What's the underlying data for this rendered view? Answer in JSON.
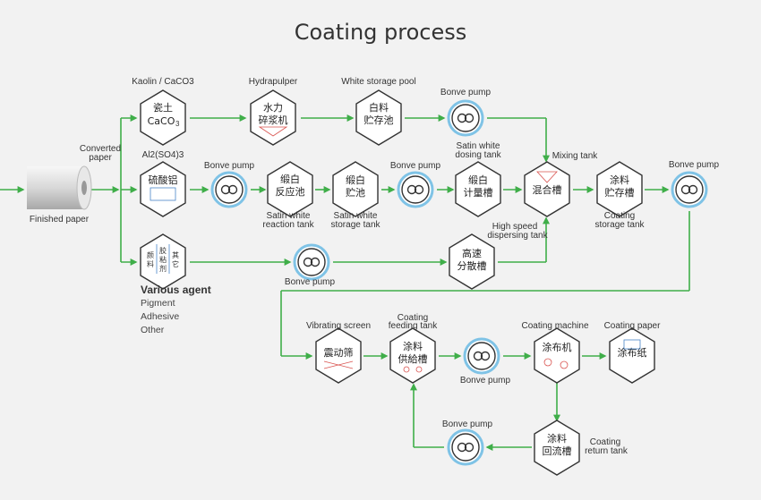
{
  "title": "Coating process",
  "labels": {
    "kaolin": "Kaolin / CaCO3",
    "hydrapulper": "Hydrapulper",
    "white_storage_pool": "White storage pool",
    "converted_paper_1": "Converted",
    "converted_paper_2": "paper",
    "finished_paper": "Finished paper",
    "al2so43": "Al2(SO4)3",
    "bonve_pump_top": "Bonve pump",
    "bonve_pump_row2a": "Bonve pump",
    "bonve_pump_row2b": "Bonve pump",
    "bonve_pump_right": "Bonve pump",
    "bonve_pump_row3": "Bonve pump",
    "bonve_pump_row4": "Bonve pump",
    "bonve_pump_row5": "Bonve pump",
    "satin_dosing_1": "Satin white",
    "satin_dosing_2": "dosing tank",
    "mixing_tank": "Mixing tank",
    "satin_reaction_1": "Satin white",
    "satin_reaction_2": "reaction tank",
    "satin_storage_1": "Satin white",
    "satin_storage_2": "storage tank",
    "coating_storage_1": "Coating",
    "coating_storage_2": "storage tank",
    "high_speed_1": "High speed",
    "high_speed_2": "dispersing tank",
    "various_agent": "Various agent",
    "pigment": "Pigment",
    "adhesive": "Adhesive",
    "other": "Other",
    "vibrating_screen": "Vibrating screen",
    "coating_feeding_1": "Coating",
    "coating_feeding_2": "feeding tank",
    "coating_machine": "Coating machine",
    "coating_paper": "Coating paper",
    "coating_return_1": "Coating",
    "coating_return_2": "return tank"
  },
  "hex_text": {
    "kaolin_a": "瓷土",
    "kaolin_b": "CaCO",
    "kaolin_sub": "3",
    "hydra_a": "水力",
    "hydra_b": "碎浆机",
    "white_a": "白料",
    "white_b": "贮存池",
    "al_a": "硫酸铝",
    "sat_react_a": "缎白",
    "sat_react_b": "反应池",
    "sat_store_a": "缎白",
    "sat_store_b": "贮池",
    "sat_dose_a": "缎白",
    "sat_dose_b": "计量槽",
    "mixing": "混合槽",
    "coat_store_a": "涂料",
    "coat_store_b": "贮存槽",
    "high_a": "高速",
    "high_b": "分散槽",
    "agent_1a": "颜",
    "agent_1b": "料",
    "agent_2a": "胶",
    "agent_2b": "粘",
    "agent_2c": "剂",
    "agent_3a": "其",
    "agent_3b": "它",
    "vib": "震动筛",
    "feed_a": "涂料",
    "feed_b": "供給槽",
    "coater": "涂布机",
    "paper": "涂布纸",
    "return_a": "涂料",
    "return_b": "回流槽"
  },
  "colors": {
    "background": "#f2f2f2",
    "pipe": "#3fae49",
    "pipe_light": "#b8e0b8",
    "pump_ring": "#7fc3e6",
    "hex_stroke": "#333333",
    "hex_fill": "#ffffff",
    "detail_red": "#d9534f",
    "detail_blue": "#4a86c8"
  },
  "icons": {
    "pump": "bonve-pump-icon",
    "tank": "tank-hexagon-icon",
    "paper_roll": "paper-roll-icon"
  }
}
